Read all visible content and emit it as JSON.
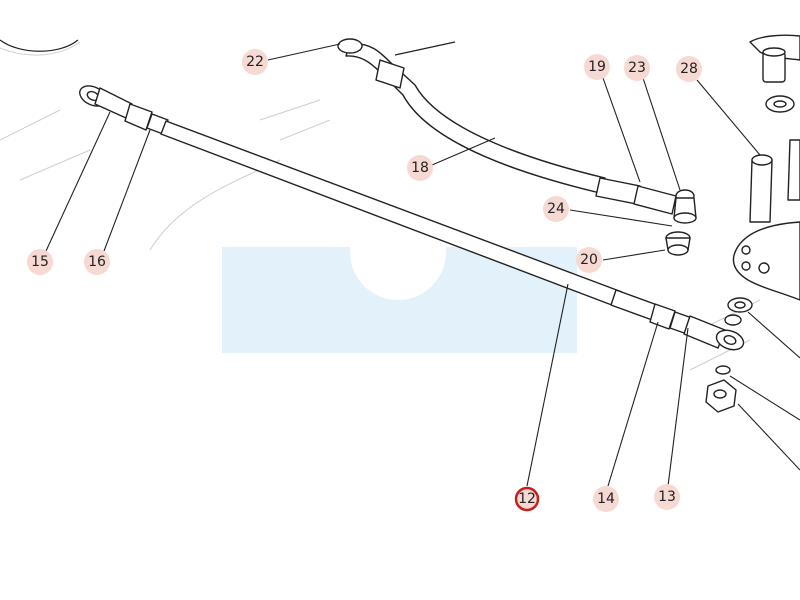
{
  "diagram": {
    "colors": {
      "callout_fill": "#f6d9d3",
      "highlight_ring": "#c81e1e",
      "line": "#222222",
      "watermark": "#e3f1fa"
    },
    "callouts": [
      {
        "id": "c22",
        "label": "22"
      },
      {
        "id": "c19",
        "label": "19"
      },
      {
        "id": "c23",
        "label": "23"
      },
      {
        "id": "c28",
        "label": "28"
      },
      {
        "id": "c18",
        "label": "18"
      },
      {
        "id": "c24",
        "label": "24"
      },
      {
        "id": "c15",
        "label": "15"
      },
      {
        "id": "c16",
        "label": "16"
      },
      {
        "id": "c20",
        "label": "20"
      },
      {
        "id": "c12",
        "label": "12",
        "highlighted": true
      },
      {
        "id": "c14",
        "label": "14"
      },
      {
        "id": "c13",
        "label": "13"
      }
    ]
  }
}
